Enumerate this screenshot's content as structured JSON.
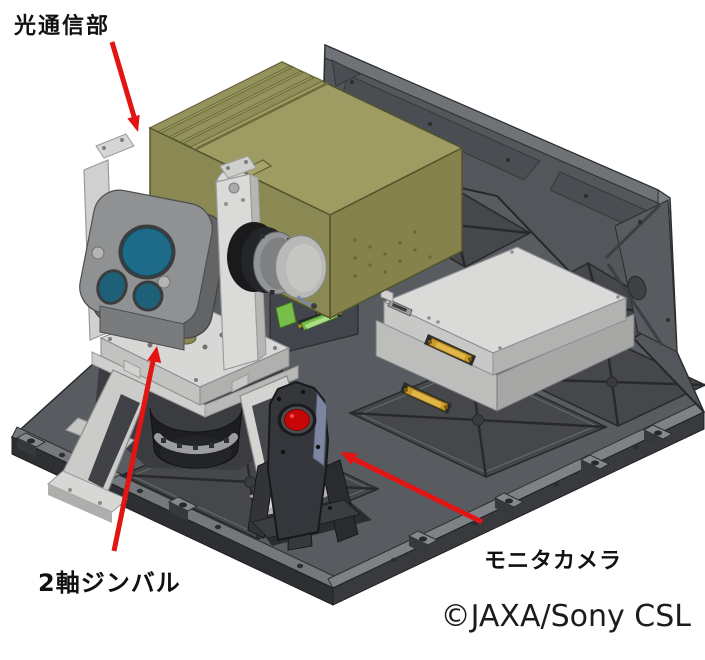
{
  "figure": {
    "type": "3d-cad-render",
    "subject": "optical communication terminal on satellite base plate",
    "credit": "©JAXA/Sony CSL"
  },
  "annotations": [
    {
      "id": "optical-unit",
      "label": "光通信部"
    },
    {
      "id": "two-axis-gimbal",
      "label": "2軸ジンバル"
    },
    {
      "id": "monitor-camera",
      "label": "モニタカメラ"
    }
  ],
  "colors": {
    "background": "#ffffff",
    "label_text": "#111111",
    "credit_text": "#1c1c1c",
    "annotation_arrow": "#e31414",
    "base_plate_gray": "#585b5f",
    "wall_gray": "#53565a",
    "metal_light": "#d7d8d6",
    "payload_olive": "#9e9c62",
    "payload_olive_dark": "#85834b",
    "lens_teal": "#1e6b89",
    "camera_lens_red": "#c70707",
    "connector_gold": "#c9992c",
    "connector_yellow": "#d6c63e",
    "connector_green": "#79bd4a"
  }
}
